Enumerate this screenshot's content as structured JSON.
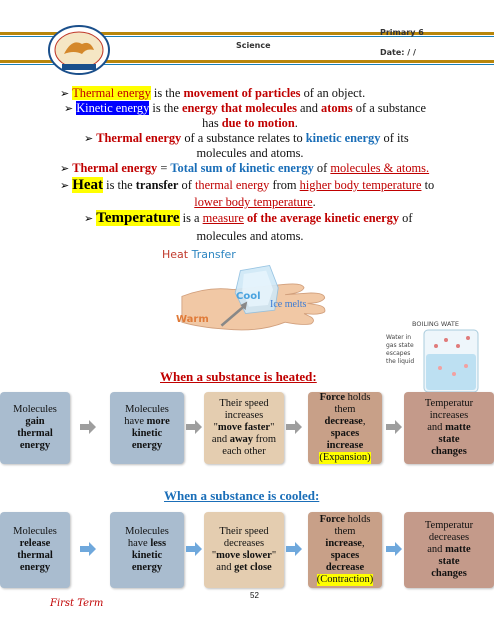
{
  "header": {
    "subject": "Science",
    "grade": "Primary 6",
    "date": "Date:   /   /"
  },
  "bullets": {
    "b1": {
      "term": "Thermal energy",
      "rest1": " is the ",
      "emph": "movement of particles",
      "rest2": " of an object."
    },
    "b2": {
      "term": "Kinetic energy",
      "rest1": " is the ",
      "emph1": "energy that molecules",
      "rest2": " and ",
      "emph2": "atoms",
      "rest3": " of a substance",
      "line2": "has ",
      "emph3": "due to motion",
      "end": "."
    },
    "b3": {
      "term": "Thermal energy",
      "rest1": " of a substance relates to ",
      "emph": "kinetic energy",
      "rest2": " of its",
      "line2": "molecules and atoms."
    },
    "b4": {
      "term": "Thermal energy",
      "eq": " = ",
      "emph1": "Total sum of kinetic energy",
      "rest1": " of ",
      "emph2": "molecules & atoms."
    },
    "b5": {
      "term": "Heat",
      "rest1": " is the ",
      "emph1": "transfer",
      "rest2": " of ",
      "emph2": "thermal energy",
      "rest3": " from ",
      "emph3": "higher body temperature",
      "rest4": " to",
      "emph4": "lower body temperature",
      "end": "."
    },
    "b6": {
      "term": "Temperature",
      "rest1": " is a ",
      "emph1": "measure",
      "emph2": " of the average kinetic energy",
      "rest2": " of",
      "line2": "molecules and atoms."
    }
  },
  "figure": {
    "title_red": "Heat",
    "title_blue": " Transfer",
    "cool": "Cool",
    "warm": "Warm",
    "ice": "Ice melts",
    "boil_title": "BOILING WATE",
    "boil_text": [
      "Water in",
      "gas state",
      "escapes",
      "the liquid"
    ]
  },
  "heated": {
    "title": "When a substance is heated:",
    "boxes": [
      {
        "l1": "Molecules",
        "b1": "gain",
        "b2": "thermal",
        "b3": "energy"
      },
      {
        "l1": "Molecules",
        "l2": "have ",
        "b1": "more",
        "b2": "kinetic",
        "b3": "energy"
      },
      {
        "l1": "Their speed",
        "l2": "increases",
        "q": "\"",
        "b1": "move faster",
        "q2": "\"",
        "l3": "and ",
        "b2": "away",
        "l4": " from",
        "l5": "each other"
      },
      {
        "b1": "Force",
        "l1": " holds",
        "l2": "them",
        "b2": "decrease",
        "l3": ",",
        "b3": "spaces",
        "b4": "increase",
        "l4": "(Expansion)"
      },
      {
        "l1": "Temperatur",
        "l2": "increases",
        "l3": "and ",
        "b1": "matte",
        "b2": "state",
        "b3": "changes"
      }
    ]
  },
  "cooled": {
    "title": "When a substance is cooled:",
    "boxes": [
      {
        "l1": "Molecules",
        "b1": "release",
        "b2": "thermal",
        "b3": "energy"
      },
      {
        "l1": "Molecules",
        "l2": "have ",
        "b1": "less",
        "b2": "kinetic",
        "b3": "energy"
      },
      {
        "l1": "Their speed",
        "l2": "decreases",
        "q": "\"",
        "b1": "move slower",
        "q2": "\"",
        "l3": "and ",
        "b2": "get close"
      },
      {
        "b1": "Force",
        "l1": " holds",
        "l2": "them",
        "b2": "increase",
        "l3": ",",
        "b3": "spaces",
        "b4": "decrease",
        "l4": "(Contraction)"
      },
      {
        "l1": "Temperatur",
        "l2": "decreases",
        "l3": "and ",
        "b1": "matte",
        "b2": "state",
        "b3": "changes"
      }
    ]
  },
  "footer": {
    "page": "52",
    "term": "First Term"
  },
  "colors": {
    "box1": "#a9bccf",
    "box2": "#a9bccf",
    "box3": "#e4cdb0",
    "box4": "#c8a088",
    "box5": "#c49a8a",
    "arrow_heat": "#9e9e9e",
    "arrow_cool": "#6fa8dc"
  }
}
